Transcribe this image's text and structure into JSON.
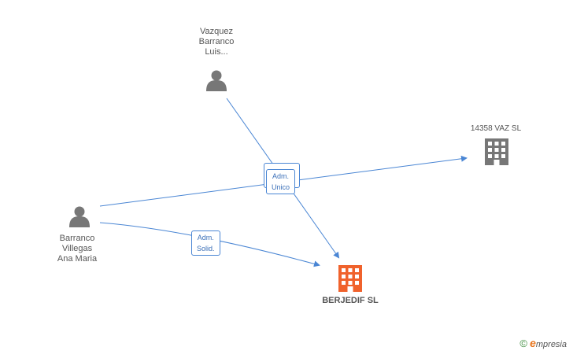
{
  "nodes": {
    "vazquez": {
      "lines": [
        "Vazquez",
        "Barranco",
        "Luis..."
      ],
      "type": "person"
    },
    "barranco": {
      "lines": [
        "Barranco",
        "Villegas",
        "Ana Maria"
      ],
      "type": "person"
    },
    "vaz_sl": {
      "label": "14358 VAZ SL",
      "type": "company"
    },
    "berjedif": {
      "label": "BERJEDIF SL",
      "type": "company-main"
    }
  },
  "edges": {
    "adm_unico": {
      "lines": [
        "Adm.",
        "Unico"
      ]
    },
    "adm_solid": {
      "lines": [
        "Adm.",
        "Solid."
      ]
    }
  },
  "colors": {
    "edge": "#4a86d4",
    "person_icon": "#777777",
    "company_icon": "#777777",
    "main_company_icon": "#f0622c"
  },
  "brand": {
    "copyright": "©",
    "name_initial": "e",
    "name_rest": "mpresia"
  }
}
